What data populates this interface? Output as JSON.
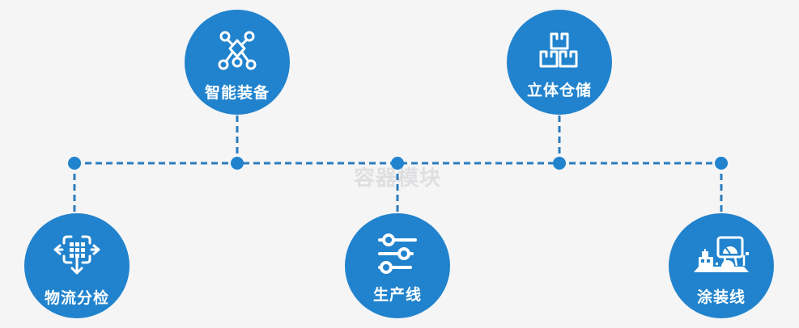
{
  "diagram": {
    "watermark": "容器模块",
    "colors": {
      "background": "#f5f5f6",
      "node": "#2183cd",
      "connector": "#2b7cbd",
      "label": "#ffffff",
      "watermark": "#b8b8bc"
    },
    "nodes": [
      {
        "id": "smart-equipment",
        "label": "智能装备",
        "icon": "network-nodes-icon"
      },
      {
        "id": "stereo-warehouse",
        "label": "立体仓储",
        "icon": "stacked-boxes-icon"
      },
      {
        "id": "logistics-sorting",
        "label": "物流分检",
        "icon": "sorting-distribution-icon"
      },
      {
        "id": "production-line",
        "label": "生产线",
        "icon": "sliders-icon"
      },
      {
        "id": "coating-line",
        "label": "涂装线",
        "icon": "control-machine-icon"
      }
    ]
  }
}
